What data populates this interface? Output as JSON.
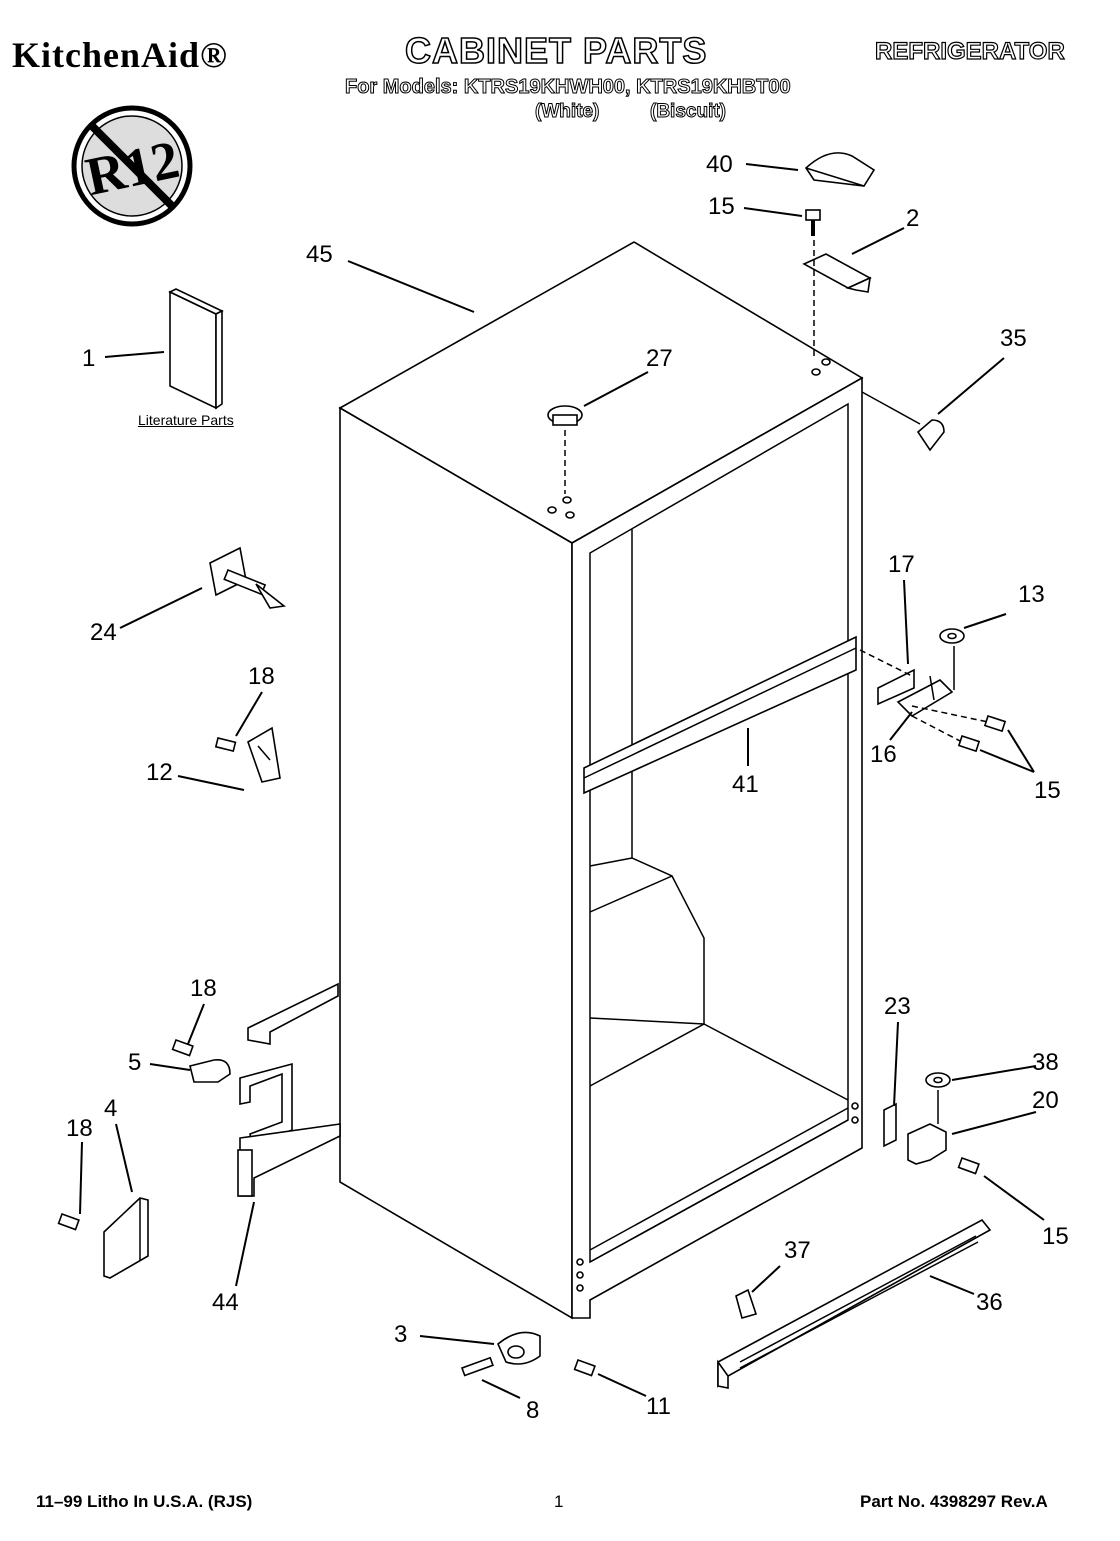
{
  "header": {
    "brand": "KitchenAid®",
    "title": "CABINET PARTS",
    "category": "REFRIGERATOR",
    "models_line": "For Models: KTRS19KHWH00, KTRS19KHBT00",
    "variants": [
      "(White)",
      "(Biscuit)"
    ]
  },
  "badge": {
    "text": "R12"
  },
  "literature": {
    "label": "Literature Parts"
  },
  "callouts": {
    "c1": "1",
    "c2": "2",
    "c3": "3",
    "c4": "4",
    "c5": "5",
    "c8": "8",
    "c11": "11",
    "c12": "12",
    "c13": "13",
    "c15a": "15",
    "c15b": "15",
    "c15c": "15",
    "c16": "16",
    "c17": "17",
    "c18a": "18",
    "c18b": "18",
    "c18c": "18",
    "c20": "20",
    "c23": "23",
    "c24": "24",
    "c27": "27",
    "c35": "35",
    "c36": "36",
    "c37": "37",
    "c38": "38",
    "c40": "40",
    "c41": "41",
    "c44": "44",
    "c45": "45"
  },
  "footer": {
    "left": "11–99 Litho In U.S.A. (RJS)",
    "page": "1",
    "right": "Part No. 4398297 Rev.A"
  }
}
